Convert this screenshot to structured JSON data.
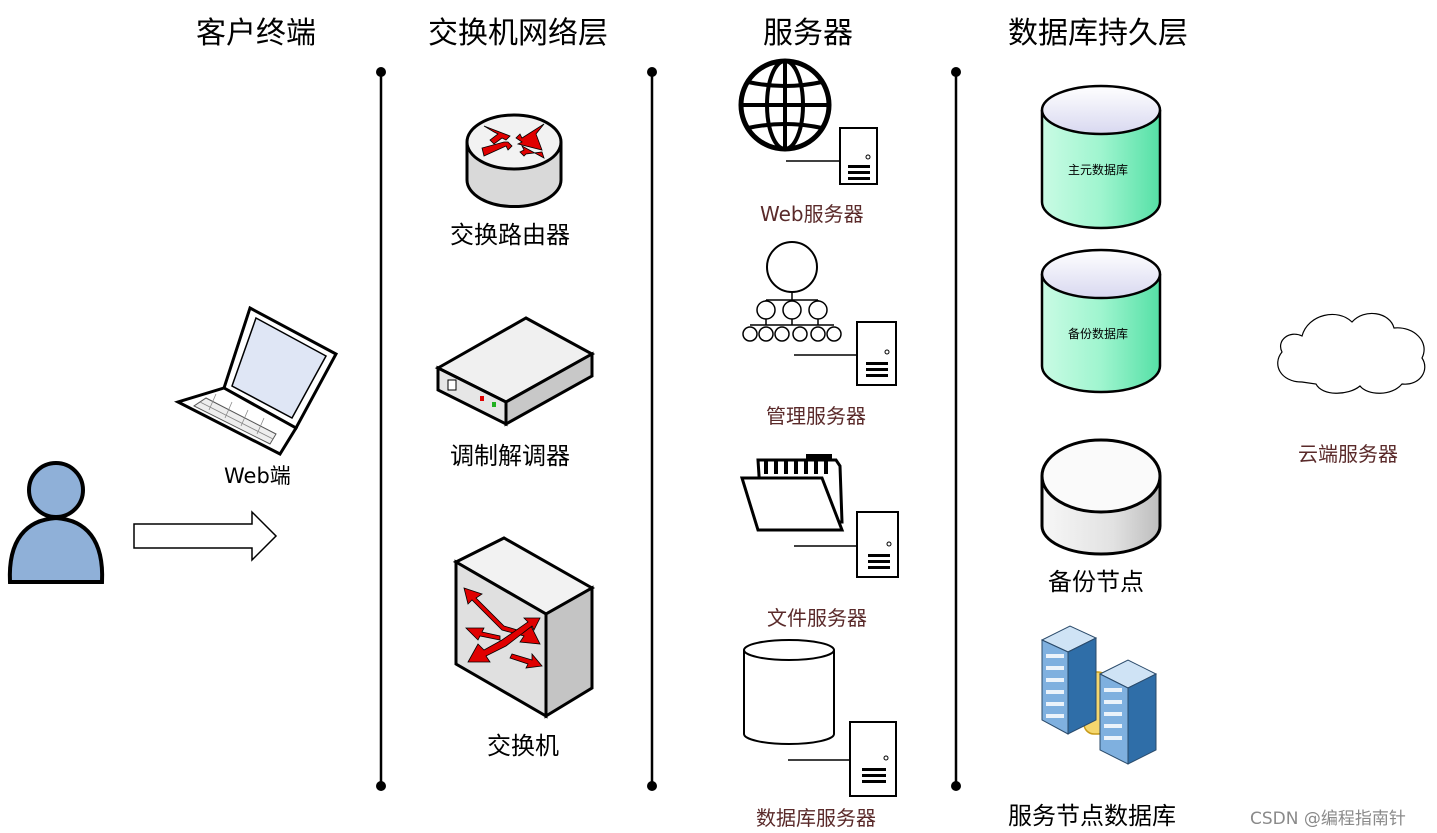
{
  "columns": {
    "client": "客户终端",
    "network": "交换机网络层",
    "server": "服务器",
    "database": "数据库持久层"
  },
  "client": {
    "laptop_label": "Web端"
  },
  "network": {
    "router_label": "交换路由器",
    "modem_label": "调制解调器",
    "switch_label": "交换机"
  },
  "servers": {
    "web_label": "Web服务器",
    "manage_label": "管理服务器",
    "file_label": "文件服务器",
    "db_label": "数据库服务器"
  },
  "database": {
    "primary_label": "主元数据库",
    "backup_db_label": "备份数据库",
    "backup_node_label": "备份节点",
    "service_db_label": "服务节点数据库"
  },
  "cloud": {
    "label": "云端服务器"
  },
  "watermark": "CSDN @编程指南针",
  "colors": {
    "cylinder_green": "#9ff5cf",
    "arrow_red": "#e00000",
    "label_brown": "#5a2a2a",
    "user_blue": "#8fb0d8"
  }
}
